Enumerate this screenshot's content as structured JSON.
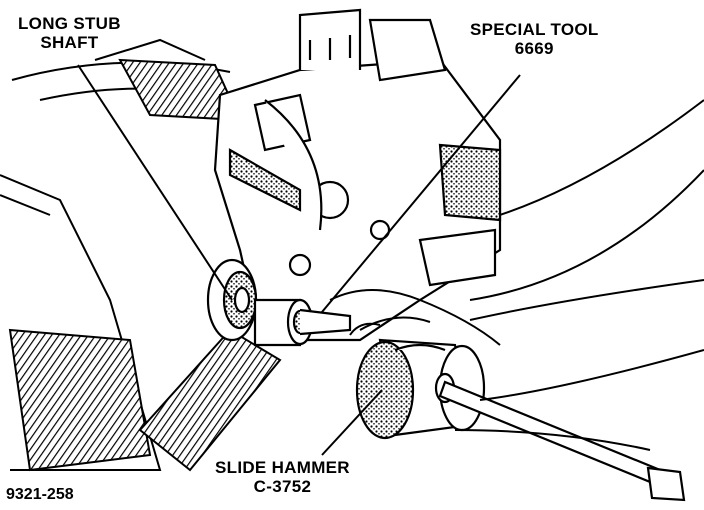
{
  "labels": {
    "long_stub_shaft": [
      "LONG STUB",
      "SHAFT"
    ],
    "special_tool": [
      "SPECIAL TOOL",
      "6669"
    ],
    "slide_hammer": [
      "SLIDE HAMMER",
      "C-3752"
    ]
  },
  "figure_id": "9321-258"
}
